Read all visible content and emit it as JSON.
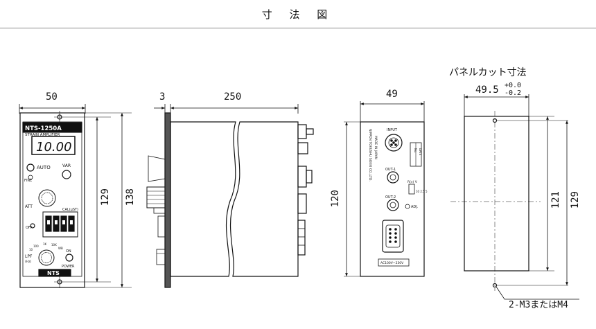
{
  "header": {
    "title": "寸 法 図"
  },
  "panel_cut_heading": "パネルカット寸法",
  "front": {
    "width": "50",
    "height_inner": "129",
    "height_outer": "138",
    "model": "NTS-1250A",
    "subtitle": "STRAIN AMPLIFIER",
    "display": "10.00",
    "labels": {
      "auto": "AUTO",
      "fine": "FINE",
      "var": "VAR",
      "att": "ATT",
      "cal": "CAL(μST)",
      "off": "OFF",
      "lpf": "LPF",
      "lpf_unit": "(Hz)",
      "power": "POWER",
      "on": "ON",
      "brand": "NTS",
      "k100": "100",
      "k1": "1K",
      "k10": "10K",
      "wb": "WB",
      "lpf10": "10"
    }
  },
  "side": {
    "depth": "250",
    "flange": "3"
  },
  "rear": {
    "width": "49",
    "height": "120",
    "labels": {
      "input": "INPUT",
      "out1": "OUT-1",
      "out2": "OUT-2",
      "adj": "ADJ.",
      "rv": "R(v) V",
      "rv_vals": "10 2.5 5",
      "maker": "NIPPON TOKUSHU SOKKI CO.,LTD.",
      "made": "MADE IN JAPAN",
      "ac": "AC100V~230V",
      "no": "No.",
      "date": "DATE"
    }
  },
  "cut": {
    "width": "49.5",
    "tol_plus": "+0.0",
    "tol_minus": "-0.2",
    "h_inner": "121",
    "h_outer": "129",
    "screw": "2-M3またはM4"
  },
  "colors": {
    "line": "#111111",
    "dim": "#222222",
    "rule": "#8a8a8a"
  }
}
